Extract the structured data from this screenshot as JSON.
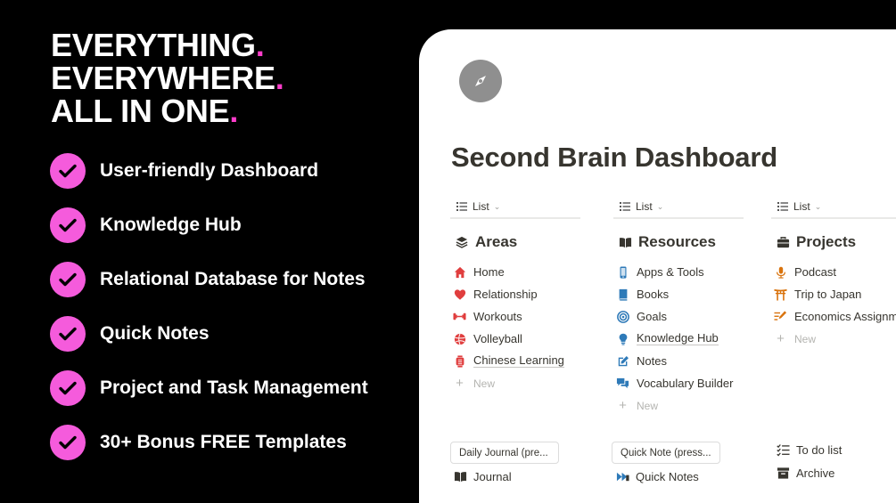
{
  "promo": {
    "headline": [
      {
        "text": "EVERYTHING",
        "dot": "."
      },
      {
        "text": "EVERYWHERE",
        "dot": "."
      },
      {
        "text": "ALL IN ONE",
        "dot": "."
      }
    ],
    "features": [
      "User-friendly Dashboard",
      "Knowledge Hub",
      "Relational Database for Notes",
      "Quick Notes",
      "Project and Task Management",
      "30+ Bonus FREE Templates"
    ],
    "accent_color": "#f55bdc",
    "dot_color": "#ff3dcb"
  },
  "page": {
    "icon": "compass-icon",
    "title": "Second Brain Dashboard",
    "columns": [
      {
        "view_label": "List",
        "heading": "Areas",
        "heading_icon": "stack-icon",
        "items": [
          {
            "label": "Home",
            "icon": "home-icon",
            "color": "#e03e3e"
          },
          {
            "label": "Relationship",
            "icon": "heart-icon",
            "color": "#e03e3e"
          },
          {
            "label": "Workouts",
            "icon": "dumbbell-icon",
            "color": "#e03e3e"
          },
          {
            "label": "Volleyball",
            "icon": "volleyball-icon",
            "color": "#e03e3e"
          },
          {
            "label": "Chinese Learning",
            "icon": "lantern-icon",
            "color": "#e03e3e"
          }
        ],
        "new_label": "New"
      },
      {
        "view_label": "List",
        "heading": "Resources",
        "heading_icon": "book-open-icon",
        "items": [
          {
            "label": "Apps & Tools",
            "icon": "phone-icon",
            "color": "#2e7ab8"
          },
          {
            "label": "Books",
            "icon": "book-icon",
            "color": "#2e7ab8"
          },
          {
            "label": "Goals",
            "icon": "target-icon",
            "color": "#2e7ab8"
          },
          {
            "label": "Knowledge Hub",
            "icon": "lightbulb-icon",
            "color": "#2e7ab8"
          },
          {
            "label": "Notes",
            "icon": "edit-icon",
            "color": "#2e7ab8"
          },
          {
            "label": "Vocabulary Builder",
            "icon": "chat-icon",
            "color": "#2e7ab8"
          }
        ],
        "new_label": "New"
      },
      {
        "view_label": "List",
        "heading": "Projects",
        "heading_icon": "briefcase-icon",
        "items": [
          {
            "label": "Podcast",
            "icon": "microphone-icon",
            "color": "#d9730d"
          },
          {
            "label": "Trip to Japan",
            "icon": "torii-icon",
            "color": "#d9730d"
          },
          {
            "label": "Economics Assignment",
            "icon": "write-icon",
            "color": "#d9730d"
          }
        ],
        "new_label": "New"
      }
    ],
    "buttons": {
      "daily_journal": "Daily Journal (pre...",
      "quick_note": "Quick Note (press..."
    },
    "links": {
      "journal": "Journal",
      "quick_notes": "Quick Notes",
      "todo": "To do list",
      "archive": "Archive"
    }
  }
}
